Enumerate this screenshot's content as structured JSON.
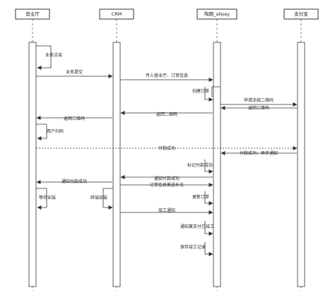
{
  "participants": [
    {
      "id": "hall",
      "label": "营业厅"
    },
    {
      "id": "crm",
      "label": "CRM"
    },
    {
      "id": "ali",
      "label": "陶朗_alipay"
    },
    {
      "id": "pay",
      "label": "支付宝"
    }
  ],
  "messages": [
    {
      "id": "m1",
      "from": "hall",
      "to": "hall",
      "label": "业务洽谈"
    },
    {
      "id": "m2",
      "from": "hall",
      "to": "crm",
      "label": "业务提交"
    },
    {
      "id": "m3",
      "from": "crm",
      "to": "ali",
      "label": "传入营业厅、订单信息"
    },
    {
      "id": "m4",
      "from": "ali",
      "to": "ali",
      "label": "创建订单"
    },
    {
      "id": "m5",
      "from": "ali",
      "to": "pay",
      "label": "申请冻结二维码"
    },
    {
      "id": "m6",
      "from": "pay",
      "to": "ali",
      "label": "返回二维码"
    },
    {
      "id": "m7",
      "from": "ali",
      "to": "crm",
      "label": "返回二维码"
    },
    {
      "id": "m8",
      "from": "crm",
      "to": "hall",
      "label": "返回二维码"
    },
    {
      "id": "m9",
      "from": "hall",
      "to": "hall",
      "label": "用户扫码"
    },
    {
      "id": "m10",
      "from": "hall",
      "to": "pay",
      "label": "付款成功",
      "dotted": true
    },
    {
      "id": "m11",
      "from": "pay",
      "to": "ali",
      "label": "付款成功，异步通知"
    },
    {
      "id": "m12",
      "from": "ali",
      "to": "ali",
      "label": "标记付款成功"
    },
    {
      "id": "m13",
      "from": "ali",
      "to": "crm",
      "label": "通知付款成功"
    },
    {
      "id": "m14",
      "from": "crm",
      "to": "hall",
      "label": "通知付款成功"
    },
    {
      "id": "m15",
      "from": "crm",
      "to": "ali",
      "label": "订单信息推送补充"
    },
    {
      "id": "m16",
      "from": "hall",
      "to": "hall",
      "label": "等待安装"
    },
    {
      "id": "m17",
      "from": "crm",
      "to": "crm",
      "label": "终端安装"
    },
    {
      "id": "m18",
      "from": "ali",
      "to": "ali",
      "label": "更新订单"
    },
    {
      "id": "m19",
      "from": "crm",
      "to": "ali",
      "label": "竣工通知"
    },
    {
      "id": "m20",
      "from": "ali",
      "to": "ali",
      "label": "通知冀支付已竣工"
    },
    {
      "id": "m21",
      "from": "ali",
      "to": "ali",
      "label": "保存竣工记录"
    }
  ]
}
